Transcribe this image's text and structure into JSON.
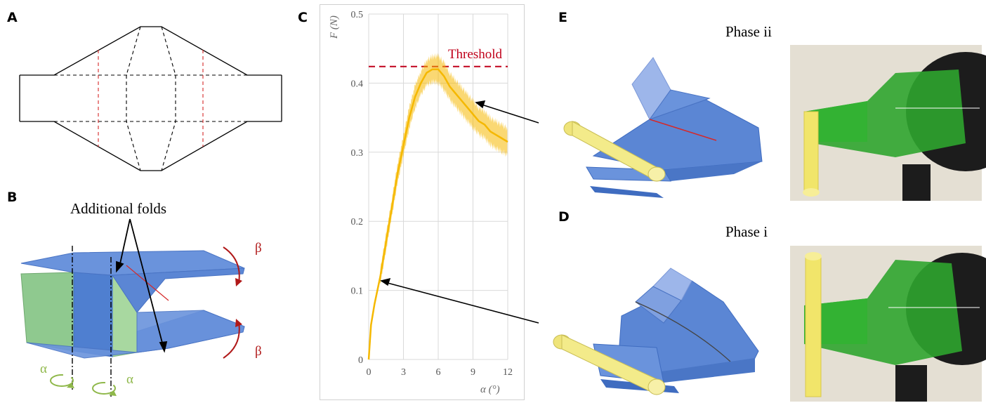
{
  "panels": {
    "a": {
      "label": "A"
    },
    "b": {
      "label": "B",
      "annotation": "Additional folds",
      "alpha": "α",
      "beta": "β"
    },
    "c": {
      "label": "C"
    },
    "d": {
      "label": "D",
      "phase": "Phase i"
    },
    "e": {
      "label": "E",
      "phase": "Phase ii"
    }
  },
  "colors": {
    "fold_red": "#d62828",
    "origami_blue": "#5b86d4",
    "origami_light_blue": "#9db6ea",
    "origami_green": "#8fc98f",
    "yellow_rod": "#f3eb8a",
    "curve_yellow": "#f5b800",
    "threshold_red": "#c0001a",
    "green_rotation": "#8fb84a"
  },
  "chart_data": {
    "type": "line",
    "xlabel": "α (°)",
    "ylabel": "F (N)",
    "xlim": [
      0,
      12
    ],
    "ylim": [
      0,
      0.5
    ],
    "xticks": [
      "0",
      "3",
      "6",
      "9",
      "12"
    ],
    "yticks": [
      "0",
      "0.1",
      "0.2",
      "0.3",
      "0.4",
      "0.5"
    ],
    "grid": true,
    "threshold": {
      "label": "Threshold",
      "value": 0.424
    },
    "series": [
      {
        "x": [
          0,
          0.2,
          0.5,
          1.0,
          1.5,
          2.0,
          2.5,
          3.0,
          3.5,
          4.0,
          4.5,
          5.0,
          5.5,
          6.0,
          6.5,
          7.0,
          7.5,
          8.0,
          8.5,
          9.0,
          9.5,
          10.0,
          10.5,
          11.0,
          11.5,
          12.0
        ],
        "values": [
          0,
          0.05,
          0.08,
          0.12,
          0.17,
          0.22,
          0.27,
          0.31,
          0.35,
          0.38,
          0.4,
          0.415,
          0.42,
          0.42,
          0.41,
          0.395,
          0.385,
          0.375,
          0.365,
          0.355,
          0.345,
          0.34,
          0.33,
          0.325,
          0.32,
          0.315
        ]
      }
    ]
  }
}
